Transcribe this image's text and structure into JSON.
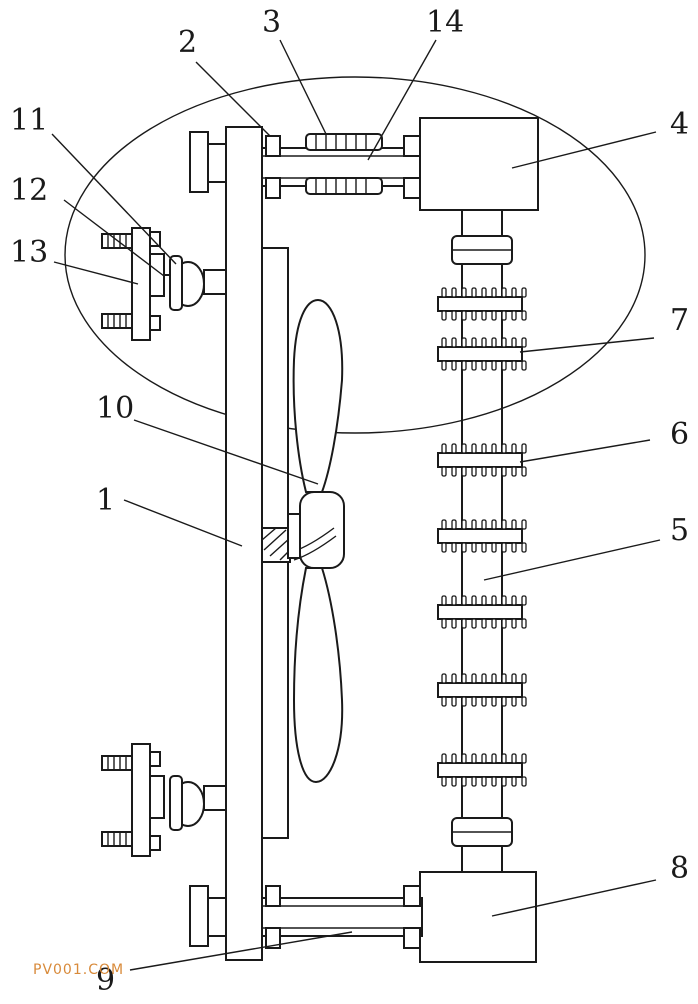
{
  "labels": {
    "l1": "1",
    "l2": "2",
    "l3": "3",
    "l4": "4",
    "l5": "5",
    "l6": "6",
    "l7": "7",
    "l8": "8",
    "l9": "9",
    "l10": "10",
    "l11": "11",
    "l12": "12",
    "l13": "13",
    "l14": "14"
  },
  "watermark": "PV001.COM"
}
